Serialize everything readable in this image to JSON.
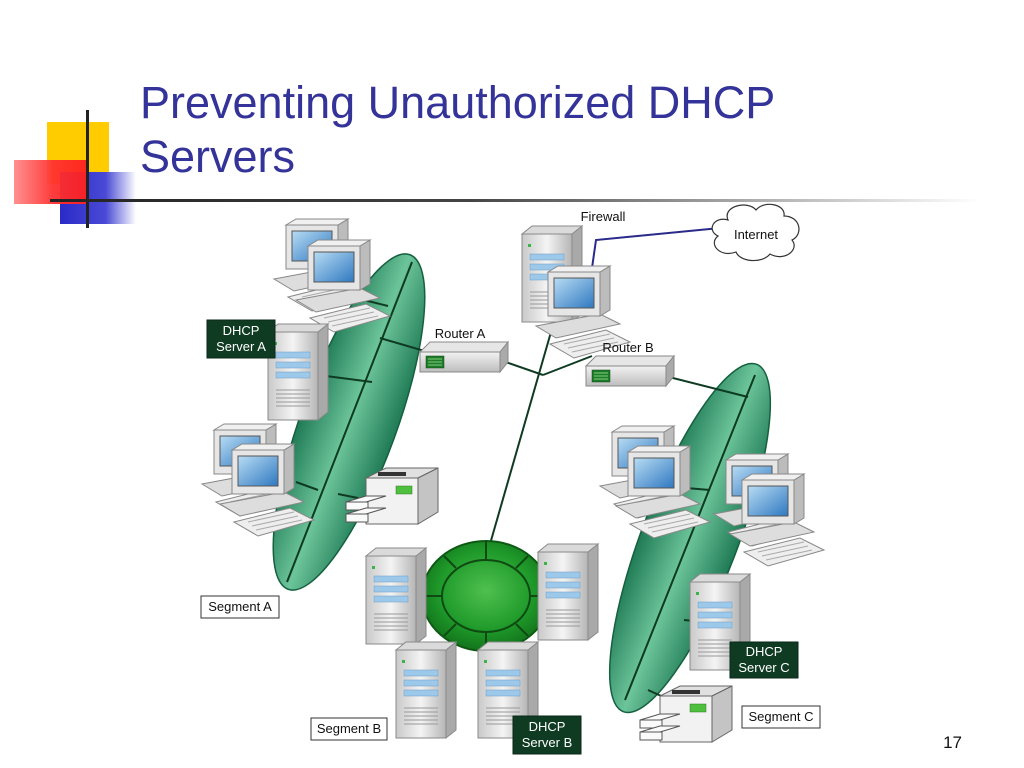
{
  "slide": {
    "title_line1": "Preventing Unauthorized DHCP",
    "title_line2": "Servers",
    "page_number": "17"
  },
  "labels": {
    "firewall": "Firewall",
    "internet": "Internet",
    "router_a": "Router A",
    "router_b": "Router B",
    "dhcp_a_line1": "DHCP",
    "dhcp_a_line2": "Server A",
    "dhcp_b_line1": "DHCP",
    "dhcp_b_line2": "Server B",
    "dhcp_c_line1": "DHCP",
    "dhcp_c_line2": "Server C",
    "segment_a": "Segment A",
    "segment_b": "Segment B",
    "segment_c": "Segment C"
  },
  "colors": {
    "title": "#333399",
    "segment_green": "#2f8f68",
    "dark_label_bg": "#0e3b22",
    "accent_yellow": "#ffcc00",
    "accent_red": "#ff3333",
    "accent_blue": "#3333cc"
  }
}
